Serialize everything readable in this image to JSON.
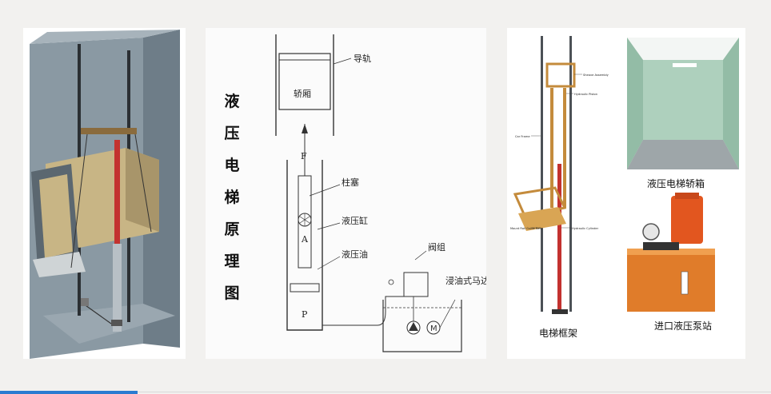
{
  "diagram_title": "液压电梯原理图",
  "schematic_labels": {
    "guide_rail": "导轨",
    "car": "轿厢",
    "force": "F",
    "plunger": "柱塞",
    "cylinder": "液压缸",
    "area": "A",
    "oil": "液压油",
    "pressure": "P",
    "valve": "阀组",
    "motor": "浸油式马达"
  },
  "photo_captions": {
    "car": "液压电梯轿箱",
    "pump": "进口液压泵站",
    "frame": "电梯框架"
  },
  "frame_callouts": [
    "Sheave Assembly",
    "Hydraulic Piston",
    "Car Frame",
    "Mount Rail Guide Rails",
    "Hydraulic Cylinder"
  ],
  "colors": {
    "shaft_wall": "#7f8e98",
    "car_box": "#c8b585",
    "cylinder_red": "#c3322f",
    "pump_orange": "#e07c2a",
    "accent_blue": "#2a7bd1"
  }
}
